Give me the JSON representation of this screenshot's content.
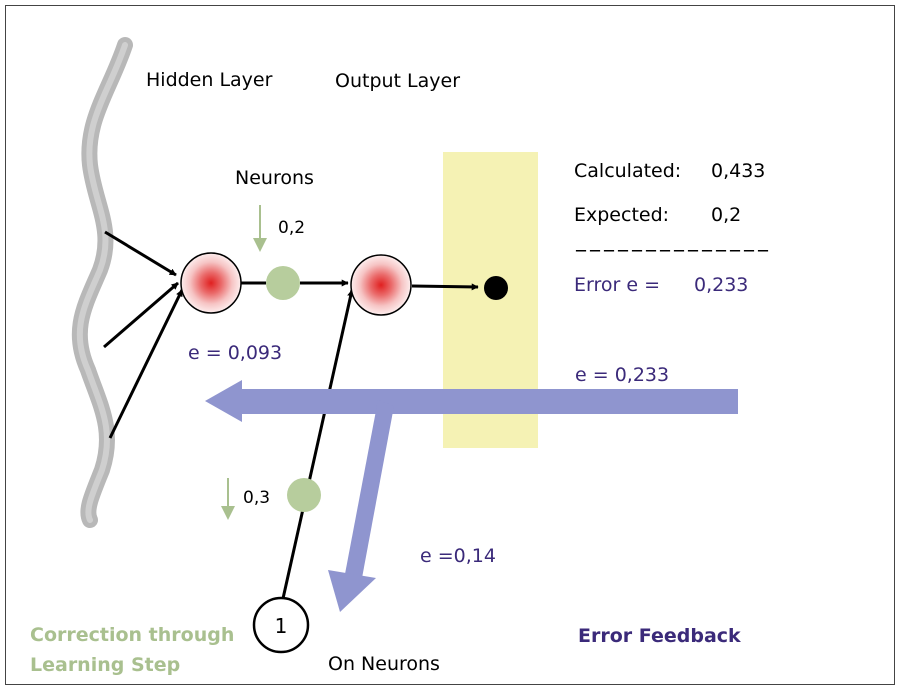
{
  "colors": {
    "background": "#ffffff",
    "frame": "#444444",
    "squiggle": "#b8b8b8",
    "highlight_band": "#f5f2b4",
    "weight_node": "#b7cd9d",
    "weight_arrow": "#a9c08f",
    "neuron_center": "#e02020",
    "error_text": "#3b2a7a",
    "feedback_arrow": "#8f95cf",
    "correction_text": "#a9c08f",
    "line": "#000000"
  },
  "labels": {
    "hidden_layer": "Hidden Layer",
    "output_layer": "Output Layer",
    "neurons": "Neurons",
    "weight_top": "0,2",
    "weight_bottom": "0,3",
    "bias_value": "1",
    "on_neurons": "On Neurons",
    "correction_line1": "Correction through",
    "correction_line2": "Learning Step",
    "error_feedback": "Error Feedback"
  },
  "results": {
    "calculated_label": "Calculated:",
    "calculated_value": "0,433",
    "expected_label": "Expected:",
    "expected_value": "0,2",
    "separator": "--------------",
    "error_label": "Error e =",
    "error_value": "0,233"
  },
  "errors": {
    "hidden": "e = 0,093",
    "output": "e = 0,233",
    "bias": "e =0,14"
  }
}
